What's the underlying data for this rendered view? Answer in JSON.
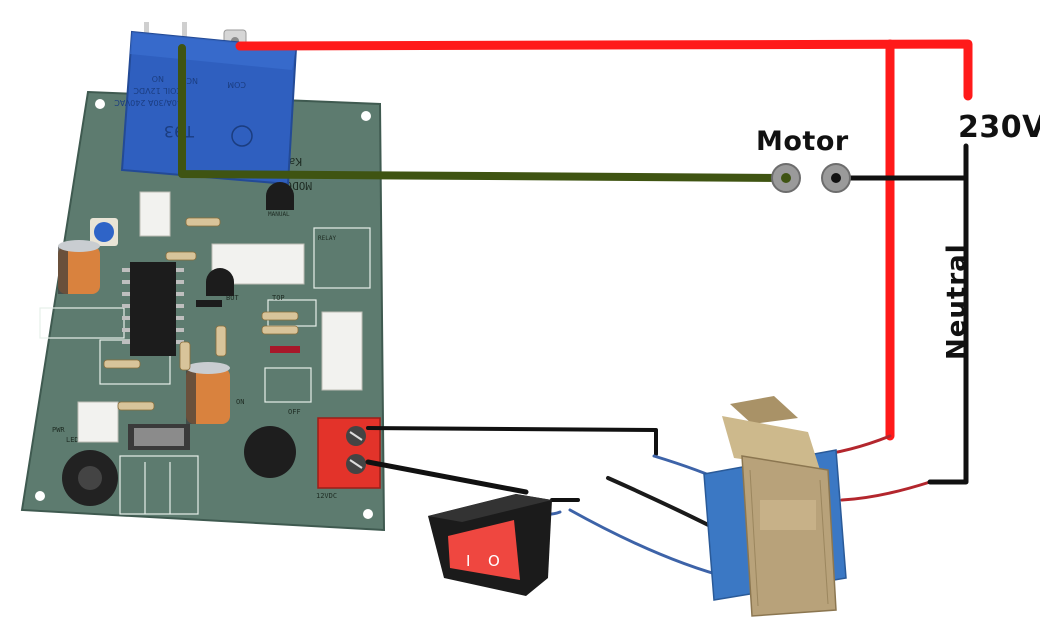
{
  "labels": {
    "motor": "Motor",
    "supply": "230V",
    "neutral": "Neutral"
  },
  "pcb": {
    "model": "MOD633",
    "brand": "Kanindia",
    "relay_model": "T93",
    "relay_rating": "40A/30A 240VAC",
    "relay_coil": "COIL 12VDC",
    "relay_pins": [
      "NO",
      "NC",
      "COM"
    ],
    "header_labels": [
      "MANUAL",
      "RELAY",
      "TOP",
      "BOT",
      "ON",
      "OFF",
      "12VDC",
      "LED",
      "PWR"
    ]
  },
  "colors": {
    "live_wire": "#ff1a1a",
    "motor_wire": "#3f5412",
    "neutral_wire": "#111111",
    "pcb": "#5d7b6f",
    "relay": "#2f5fbf",
    "terminal": "#e3332a",
    "switch_body": "#1b1b1b",
    "switch_rocker": "#ef4740",
    "transformer_core": "#b8a27a",
    "transformer_coil": "#3b78c4"
  },
  "switch": {
    "symbols": [
      "I",
      "O"
    ]
  }
}
